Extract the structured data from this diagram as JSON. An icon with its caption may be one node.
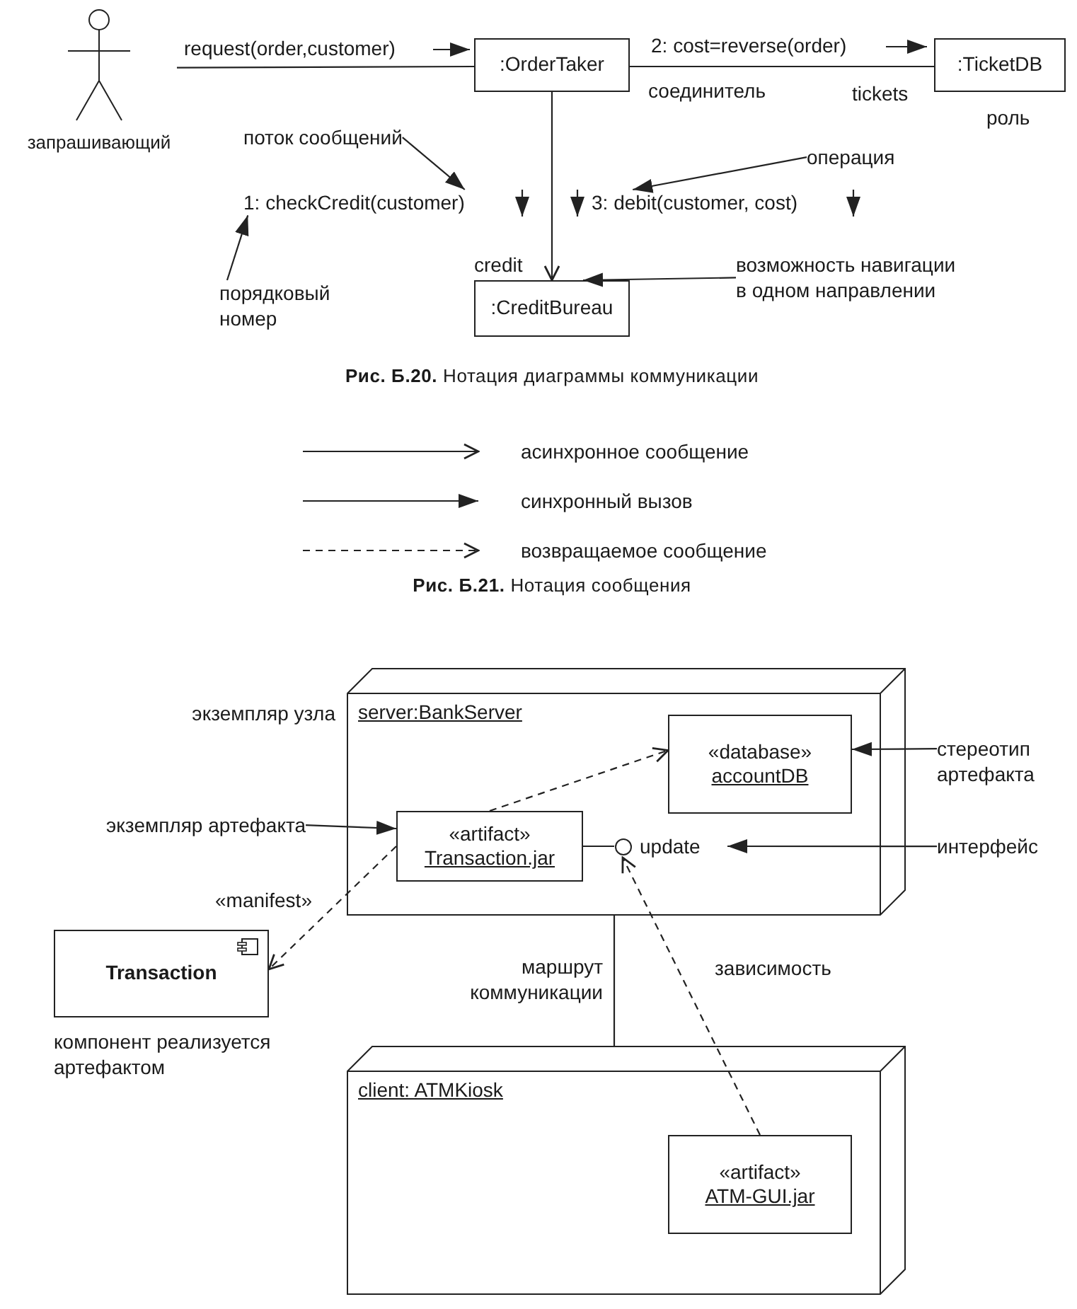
{
  "diagram": {
    "nodes": [
      {
        "text": [
          "запрашивающий"
        ]
      },
      {
        "text": [
          ":OrderTaker"
        ]
      },
      {
        "text": [
          ":TicketDB"
        ]
      },
      {
        "text": [
          "поток сообщений"
        ]
      },
      {
        "text": [
          "операция"
        ]
      },
      {
        "text": [
          "1: checkCredit(customer)"
        ]
      },
      {
        "text": [
          "3: debit(customer, cost)"
        ]
      },
      {
        "text": [
          ":CreditBureau"
        ],
        "beside": [
          "credit"
        ]
      },
      {
        "text": [
          "порядковый номер"
        ]
      },
      {
        "text": [
          "возможность навигации в одном направлении"
        ]
      },
      {
        "text": [
          "server:BankServer"
        ]
      },
      {
        "text": [
          "«database»",
          "accountDB"
        ],
        "in": 10
      },
      {
        "text": [
          "«artifact»",
          "Transaction.jar"
        ],
        "in": 10
      },
      {
        "text": [],
        "shape": "circle",
        "beside": [
          "update"
        ],
        "in": 10
      },
      {
        "text": [
          "Transaction"
        ]
      },
      {
        "text": [
          "client: ATMKiosk"
        ]
      },
      {
        "text": [
          "«artifact»",
          "ATM-GUI.jar"
        ],
        "in": 15
      },
      {
        "text": [
          "экземпляр артефакта"
        ]
      },
      {
        "text": [
          "стереотип артефакта"
        ]
      },
      {
        "text": [
          "интерфейс"
        ]
      }
    ],
    "edges": [
      {
        "from": 0,
        "to": 1,
        "arrow": "none",
        "label": "request(order,customer)"
      },
      {
        "from": 1,
        "to": 2,
        "arrow": "none",
        "label": "2: cost=reverse(order)"
      },
      {
        "from": 1,
        "to": 7,
        "arrow": "to"
      },
      {
        "from": 3,
        "to": 5,
        "arrow": "to"
      },
      {
        "from": 4,
        "to": 6,
        "arrow": "to"
      },
      {
        "from": 8,
        "to": 5,
        "arrow": "to"
      },
      {
        "from": 9,
        "to": 7,
        "arrow": "to"
      },
      {
        "from": 12,
        "to": 11,
        "arrow": "to",
        "style": "dashed"
      },
      {
        "from": 12,
        "to": 14,
        "arrow": "to",
        "style": "dashed",
        "label": "«manifest»"
      },
      {
        "from": 12,
        "to": 13,
        "arrow": "none"
      },
      {
        "from": 16,
        "to": 13,
        "arrow": "to",
        "style": "dashed"
      },
      {
        "from": 10,
        "to": 15,
        "arrow": "none"
      },
      {
        "from": 17,
        "to": 12,
        "arrow": "to"
      },
      {
        "from": 18,
        "to": 11,
        "arrow": "to"
      },
      {
        "from": 19,
        "to": 13,
        "arrow": "to"
      }
    ],
    "labels": [
      "соединитель",
      "tickets",
      "роль",
      "**Рис. Б.20.** Нотация диаграммы коммуникации",
      "**Рис. Б.21.** Нотация сообщения",
      "экземпляр узла",
      "маршрут коммуникации",
      "зависимость",
      "компонент реализуется артефактом"
    ],
    "legend": [
      {
        "text": "асинхронное сообщение"
      },
      {
        "text": "синхронный вызов"
      },
      {
        "text": "возвращаемое сообщение"
      }
    ]
  }
}
